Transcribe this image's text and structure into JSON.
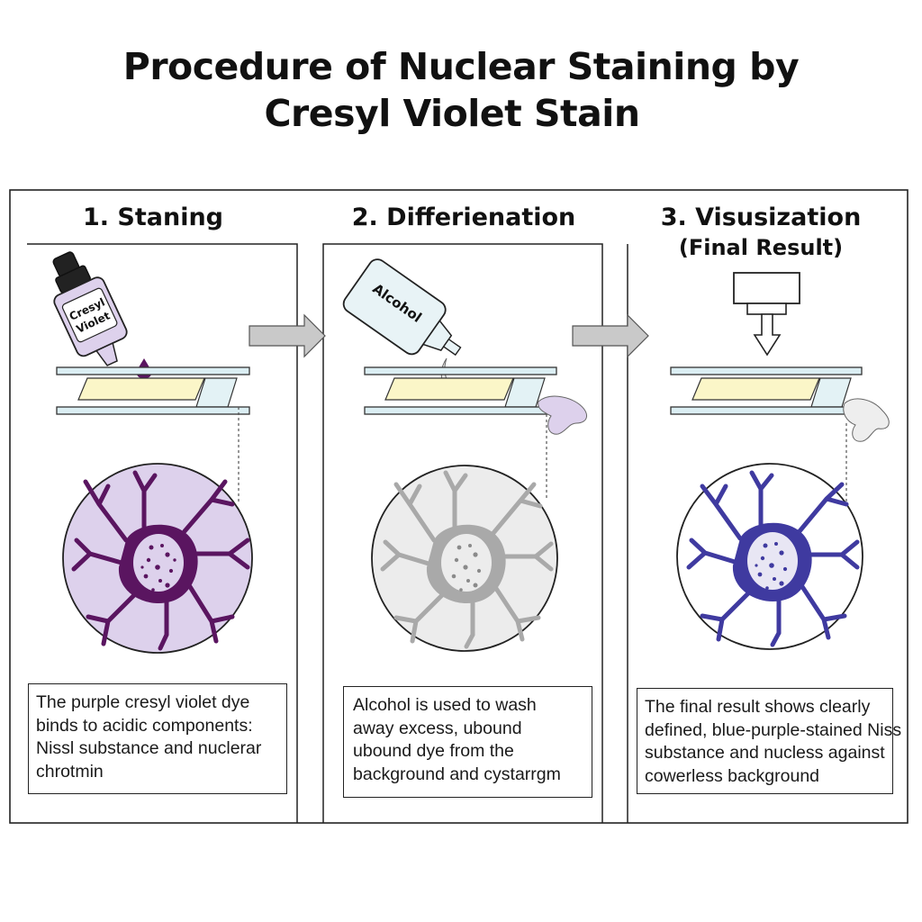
{
  "title": {
    "line1": "Procedure of Nuclear Staining by",
    "line2": "Cresyl Violet Stain"
  },
  "steps": [
    {
      "title": "1. Staning",
      "bottle_label_1": "Cresyl",
      "bottle_label_2": "Violet",
      "description": [
        "The purple cresyl violet dye",
        "binds to acidic components:",
        "Nissl substance and nuclerar",
        "chrotmin"
      ]
    },
    {
      "title": "2. Differienation",
      "bottle_label": "Alcohol",
      "description": [
        "Alcohol is used to wash",
        "away excess, ubound",
        "ubound dye from the",
        "background and cystarrgm"
      ]
    },
    {
      "title": "3. Visusization",
      "subtitle": "(Final Result)",
      "description": [
        "The final result shows clearly",
        "defined, blue-purple-stained Niss",
        "substance and nucless against",
        "cowerless background"
      ]
    }
  ],
  "colors": {
    "cresyl_violet": "#5a1560",
    "violet_bg": "#ddd1ec",
    "grey_cell": "#a9a9a9",
    "final_blue": "#3f3aa0",
    "slide_glass": "#dbeef3",
    "tissue_yellow": "#fbf6c8",
    "arrow_grey": "#c9c9c9"
  }
}
